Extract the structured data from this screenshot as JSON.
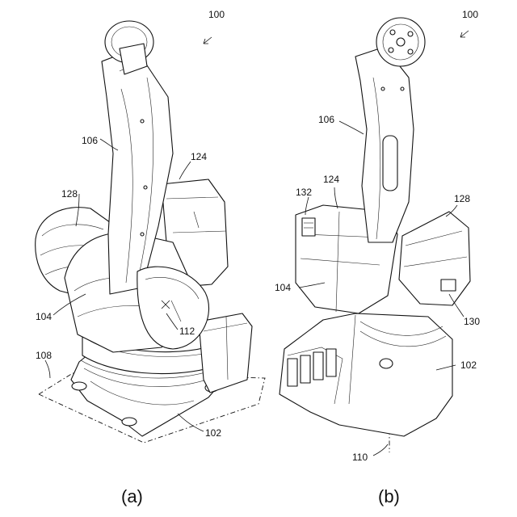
{
  "labels": {
    "a_100": "100",
    "a_106": "106",
    "a_124": "124",
    "a_128": "128",
    "a_104": "104",
    "a_112": "112",
    "a_108": "108",
    "a_102": "102",
    "b_100": "100",
    "b_106": "106",
    "b_132": "132",
    "b_124": "124",
    "b_128": "128",
    "b_104": "104",
    "b_130": "130",
    "b_102": "102",
    "b_110": "110"
  },
  "captions": {
    "a": "(a)",
    "b": "(b)"
  }
}
